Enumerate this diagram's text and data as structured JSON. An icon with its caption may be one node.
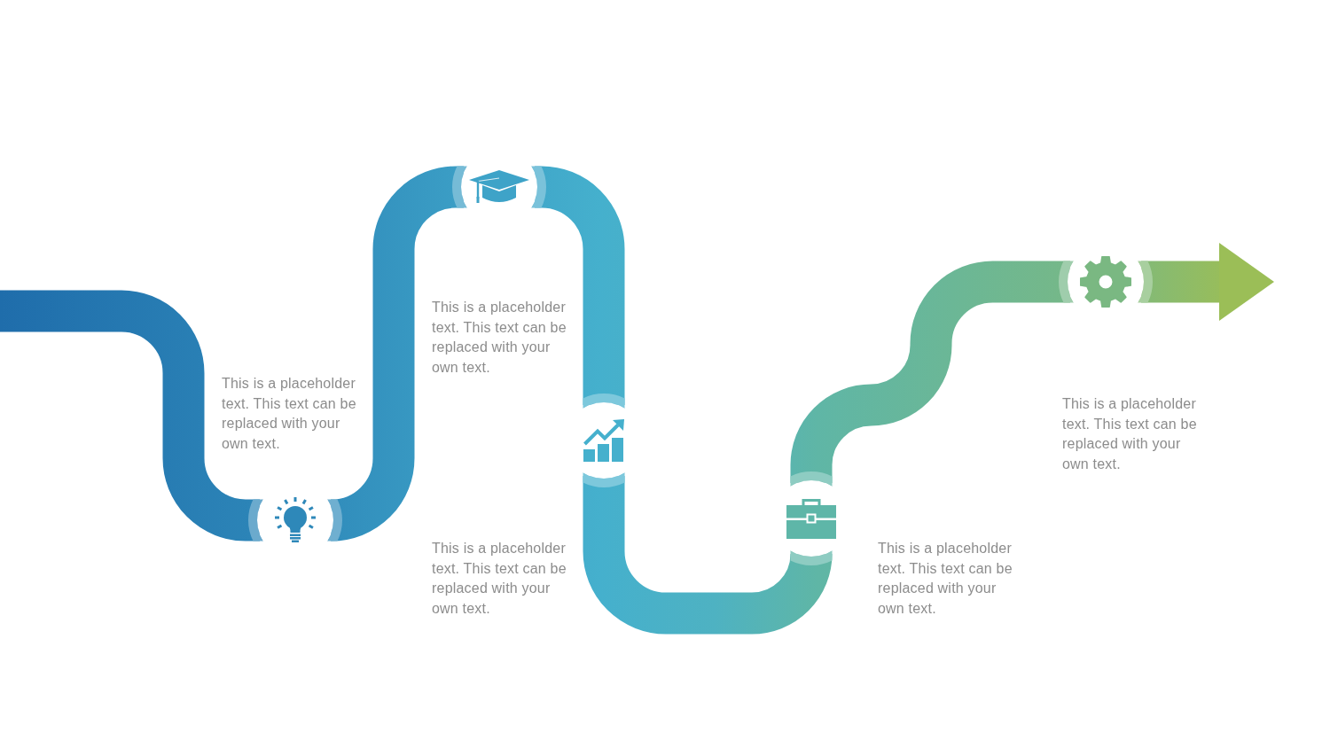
{
  "diagram": {
    "nodes": [
      {
        "text": [],
        "shape": "circle",
        "beside": [
          "This is a placeholder text. This text can be replaced with your own text."
        ]
      },
      {
        "text": [],
        "shape": "circle"
      },
      {
        "text": [],
        "shape": "circle"
      },
      {
        "text": [],
        "shape": "circle",
        "beside": [
          "This is a placeholder text. This text can be replaced with your own text."
        ]
      },
      {
        "text": [],
        "shape": "circle"
      }
    ],
    "edges": [
      {
        "from": null,
        "to": 0,
        "arrow": "none"
      },
      {
        "from": 0,
        "to": 1,
        "arrow": "none"
      },
      {
        "from": 1,
        "to": 2,
        "arrow": "none"
      },
      {
        "from": 2,
        "to": 3,
        "arrow": "none"
      },
      {
        "from": 3,
        "to": 4,
        "arrow": "none"
      },
      {
        "from": 4,
        "to": null,
        "arrow": "to"
      }
    ],
    "labels": [
      "This is a placeholder text. This text can be replaced with your own text.",
      "This is a placeholder text. This text can be replaced with your own text.",
      "This is a placeholder text. This text can be replaced with your own text."
    ]
  }
}
